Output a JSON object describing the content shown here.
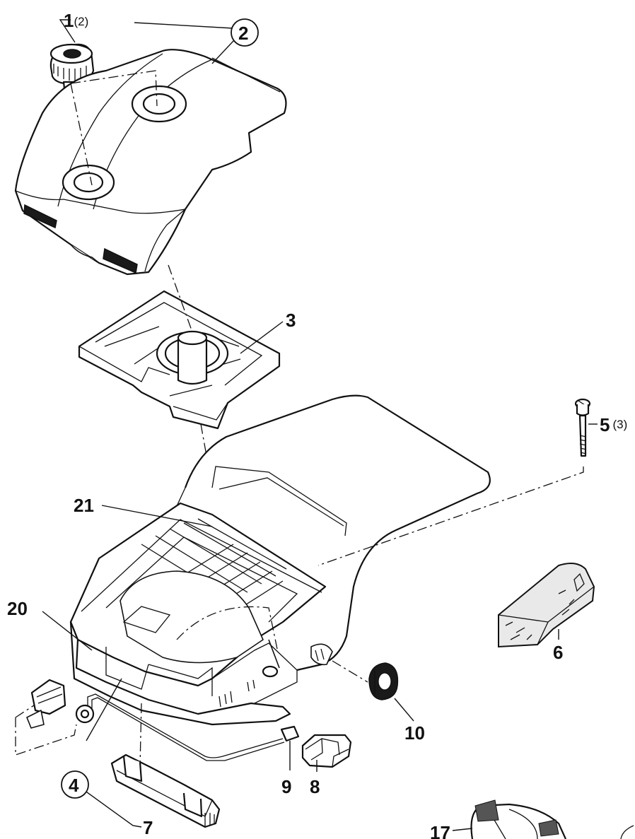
{
  "callouts": [
    {
      "id": "1",
      "number": "1",
      "qty": "(2)"
    },
    {
      "id": "2",
      "number": "2",
      "qty": ""
    },
    {
      "id": "3",
      "number": "3",
      "qty": ""
    },
    {
      "id": "4",
      "number": "4",
      "qty": ""
    },
    {
      "id": "5",
      "number": "5",
      "qty": "(3)"
    },
    {
      "id": "6",
      "number": "6",
      "qty": ""
    },
    {
      "id": "7",
      "number": "7",
      "qty": ""
    },
    {
      "id": "8",
      "number": "8",
      "qty": ""
    },
    {
      "id": "9",
      "number": "9",
      "qty": ""
    },
    {
      "id": "10",
      "number": "10",
      "qty": ""
    },
    {
      "id": "17",
      "number": "17",
      "qty": ""
    },
    {
      "id": "20",
      "number": "20",
      "qty": ""
    },
    {
      "id": "21",
      "number": "21",
      "qty": ""
    }
  ]
}
